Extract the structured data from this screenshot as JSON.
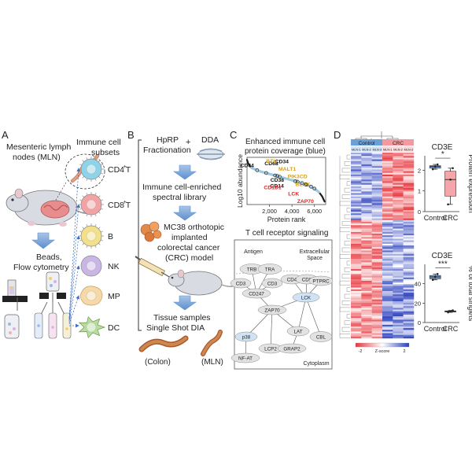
{
  "panel_a": {
    "letter": "A",
    "title_line1": "Mesenteric lymph",
    "title_line2": "nodes (MLN)",
    "beads_line1": "Beads,",
    "beads_line2": "Flow cytometry",
    "subsets_title_line1": "Immune cell",
    "subsets_title_line2": "subsets",
    "cells": [
      {
        "label": "CD4",
        "sup": "+",
        "suffix": " T",
        "color": "#8fd3e8"
      },
      {
        "label": "CD8",
        "sup": "+",
        "suffix": " T",
        "color": "#f2a3a3"
      },
      {
        "label": "B",
        "sup": "",
        "suffix": "",
        "color": "#f2e08a"
      },
      {
        "label": "NK",
        "sup": "",
        "suffix": "",
        "color": "#c9b6e4"
      },
      {
        "label": "MP",
        "sup": "",
        "suffix": "",
        "color": "#f6d9a8"
      },
      {
        "label": "DC",
        "sup": "",
        "suffix": "",
        "color": "#b9dca0"
      }
    ]
  },
  "panel_b": {
    "letter": "B",
    "hprp_line1": "HpRP",
    "hprp_line2": "Fractionation",
    "plus": "+",
    "dda": "DDA",
    "library_line1": "Immune cell-enriched",
    "library_line2": "spectral library",
    "model_line1": "MC38 orthotopic",
    "model_line2": "implanted",
    "model_line3": "colorectal cancer",
    "model_line4": "(CRC) model",
    "samples_line1": "Tissue samples",
    "samples_line2": "Single Shot DIA",
    "colon": "(Colon)",
    "mln": "(MLN)"
  },
  "panel_c": {
    "letter": "C",
    "title_line1": "Enhanced immune cell",
    "title_line2": "protein coverage (blue)",
    "chart_data": {
      "type": "scatter",
      "xlabel": "Protein rank",
      "ylabel": "Log10 abundance",
      "xlim": [
        0,
        7000
      ],
      "ylim": [
        2,
        11.5
      ],
      "xticks": [
        {
          "v": 2000,
          "label": "2,000"
        },
        {
          "v": 4000,
          "label": "4,000"
        },
        {
          "v": 6000,
          "label": "6,000"
        }
      ],
      "series": [
        {
          "color": "#1a1a1a",
          "x": [
            0,
            100,
            300,
            600,
            900,
            1300,
            1700,
            2100,
            2500,
            2900,
            3300,
            3700,
            4100,
            4500,
            4900,
            5300,
            5700,
            6000,
            6300,
            6500,
            6700,
            6800,
            6900
          ],
          "y": [
            11.0,
            10.3,
            9.6,
            9.2,
            8.9,
            8.6,
            8.35,
            8.1,
            7.85,
            7.6,
            7.35,
            7.1,
            6.85,
            6.6,
            6.3,
            6.0,
            5.6,
            5.2,
            4.7,
            4.2,
            3.6,
            3.1,
            2.6
          ]
        },
        {
          "color": "#9ec9e2",
          "x": [
            400,
            800,
            1200,
            1600,
            2000,
            2400,
            2800,
            3200,
            3600,
            4000,
            4400,
            4800,
            5200,
            5600,
            6000,
            6400
          ],
          "y": [
            9.4,
            9.0,
            8.65,
            8.4,
            8.15,
            7.9,
            7.65,
            7.4,
            7.15,
            6.9,
            6.65,
            6.35,
            6.05,
            5.7,
            5.2,
            4.5
          ]
        }
      ],
      "annotations": [
        {
          "label": "CD44",
          "x": 900,
          "y": 8.9,
          "color": "#111111"
        },
        {
          "label": "CD68",
          "x": 1700,
          "y": 8.35,
          "color": "#111111"
        },
        {
          "label": "CD34",
          "x": 2700,
          "y": 7.75,
          "color": "#111111"
        },
        {
          "label": "CD38",
          "x": 2500,
          "y": 7.85,
          "color": "#111111"
        },
        {
          "label": "CD14",
          "x": 2900,
          "y": 7.6,
          "color": "#111111"
        },
        {
          "label": "BTK",
          "x": 4500,
          "y": 6.6,
          "color": "#d4a017"
        },
        {
          "label": "MALT1",
          "x": 4900,
          "y": 6.3,
          "color": "#d4a017"
        },
        {
          "label": "PIK3CD",
          "x": 5300,
          "y": 6.0,
          "color": "#d4a017"
        },
        {
          "label": "BLNK",
          "x": 5700,
          "y": 5.6,
          "color": "#d4a017"
        },
        {
          "label": "CD1D1",
          "x": 4300,
          "y": 6.7,
          "color": "#e02020"
        },
        {
          "label": "LCK",
          "x": 5200,
          "y": 6.05,
          "color": "#e02020"
        },
        {
          "label": "ZAP70",
          "x": 6000,
          "y": 5.2,
          "color": "#e02020"
        }
      ]
    },
    "tcr": {
      "title": "T cell receptor signaling",
      "extracellular_line1": "Extracellular",
      "extracellular_line2": "Space",
      "antigen": "Antigen",
      "cytoplasm": "Cytoplasm",
      "nodes": [
        "TRB",
        "TRA",
        "CD3",
        "CD3",
        "CD247",
        "CD4",
        "CD8",
        "PTPRC",
        "LCK",
        "ZAP70",
        "p38",
        "NF-AT",
        "LCP2",
        "GRAP2",
        "LAT",
        "CBL"
      ]
    }
  },
  "panel_d": {
    "letter": "D",
    "control_label": "Control",
    "crc_label": "CRC",
    "columns": [
      "MLN-1",
      "MLN-2",
      "MLN-3",
      "MLN-1",
      "MLN-2",
      "MLN-3"
    ],
    "zscore_label": "Z-score",
    "zscore_ticks": [
      "-2",
      "0",
      "2"
    ],
    "colors": {
      "control": "#6a9fd8",
      "crc": "#f29aa0",
      "low": "#e8333a",
      "mid": "#ffffff",
      "high": "#2a3fbd"
    },
    "box1": {
      "title": "CD3E",
      "ylabel": "Protein expression",
      "sig": "*",
      "ylim": [
        0,
        2.7
      ],
      "yticks": [
        "0",
        "1",
        "2"
      ],
      "categories": [
        "Control",
        "CRC"
      ],
      "control": {
        "min": 2.05,
        "q1": 2.1,
        "median": 2.18,
        "q3": 2.22,
        "max": 2.28
      },
      "crc": {
        "min": 0.35,
        "q1": 0.75,
        "median": 1.55,
        "q3": 1.95,
        "max": 2.1
      }
    },
    "box2": {
      "title": "CD3E",
      "ylabel": "% of total singlets",
      "sig": "***",
      "ylim": [
        0,
        60
      ],
      "yticks": [
        "0",
        "20",
        "40"
      ],
      "categories": [
        "Control",
        "CRC"
      ],
      "control": {
        "min": 44,
        "q1": 45,
        "median": 47,
        "q3": 48.5,
        "max": 50
      },
      "crc": {
        "min": 10.5,
        "q1": 11,
        "median": 11.5,
        "q3": 12,
        "max": 12.5
      }
    }
  }
}
